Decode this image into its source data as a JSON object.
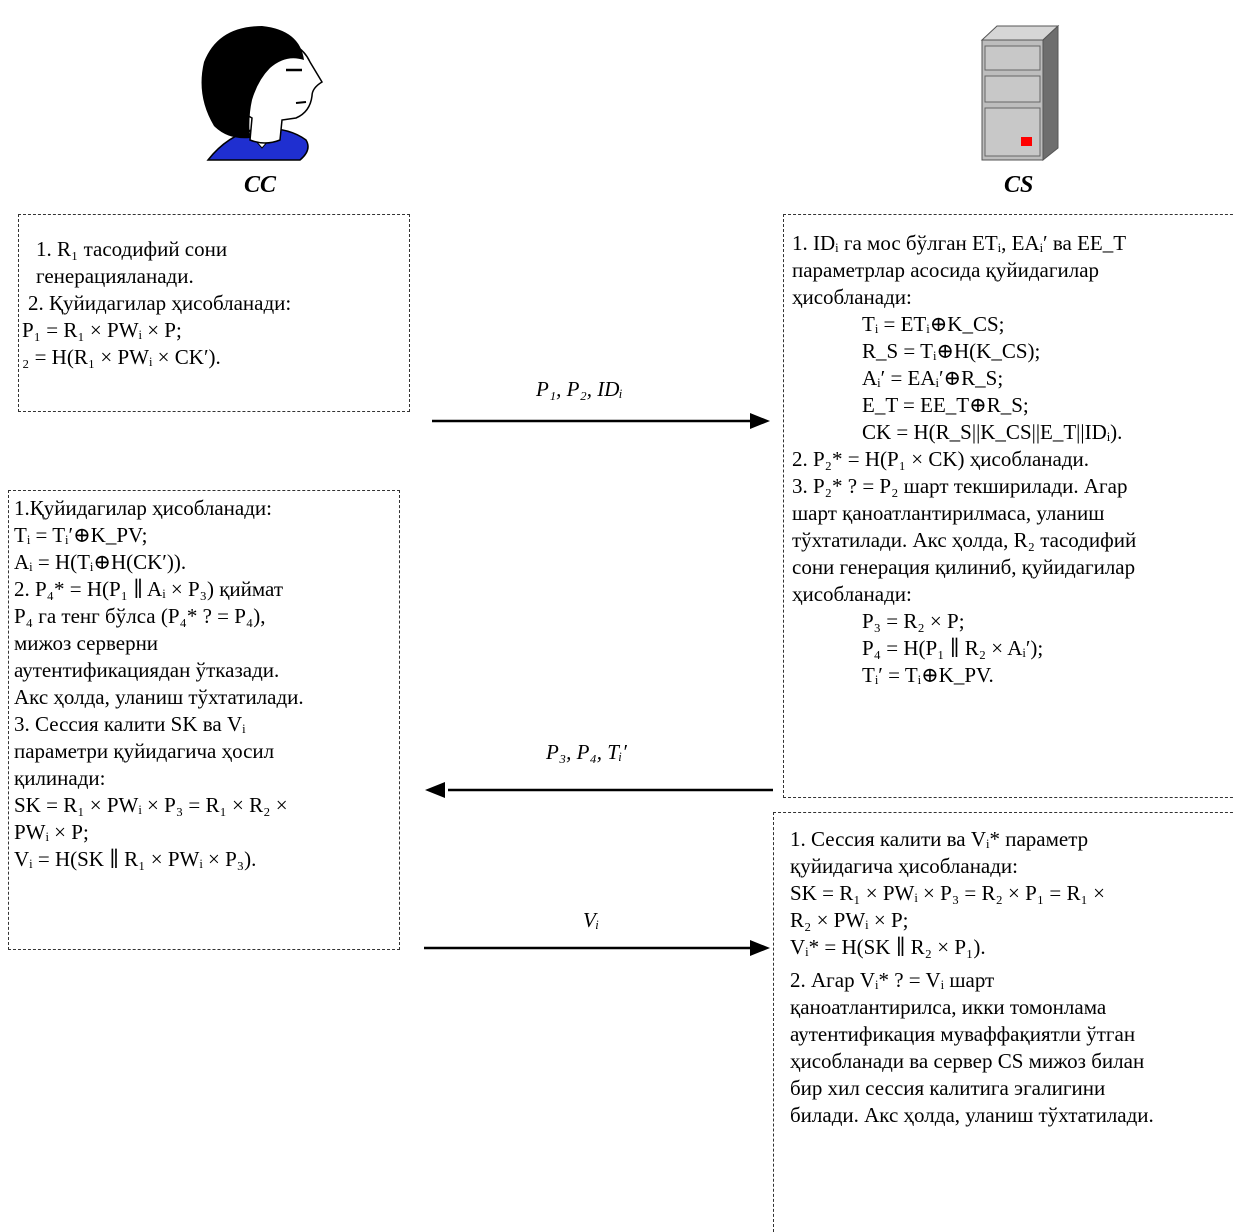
{
  "actors": {
    "client": "CC",
    "server": "CS"
  },
  "messages": {
    "m1": "P₁, P₂, IDᵢ",
    "m2": "P₃, P₄, Tᵢ′",
    "m3": "Vᵢ"
  },
  "client_box1": [
    "1. R₁ тасодифий сони",
    "генерацияланади.",
    "2. Қуйидагилар ҳисобланади:",
    "P₁ = R₁ × PWᵢ × P;",
    "₂ = H(R₁ × PWᵢ × CK′)."
  ],
  "server_box1": [
    "1. IDᵢ га мос бўлган ETᵢ, EAᵢ′ ва EE_T",
    "параметрлар асосида қуйидагилар",
    "ҳисобланади:",
    "Tᵢ = ETᵢ⊕K_CS;",
    "R_S = Tᵢ⊕H(K_CS);",
    "Aᵢ′ = EAᵢ′⊕R_S;",
    "E_T = EE_T⊕R_S;",
    "CK = H(R_S||K_CS||E_T||IDᵢ).",
    "2. P₂* = H(P₁ × CK) ҳисобланади.",
    "3. P₂* ? = P₂ шарт текширилади. Агар",
    "шарт қаноатлантирилмаса, уланиш",
    "тўхтатилади. Акс ҳолда, R₂ тасодифий",
    "сони генерация қилиниб, қуйидагилар",
    "ҳисобланади:",
    "P₃ = R₂ × P;",
    "P₄ = H(P₁ ∥ R₂ × Aᵢ′);",
    "Tᵢ′ = Tᵢ⊕K_PV."
  ],
  "client_box2": [
    "1.Қуйидагилар ҳисобланади:",
    "Tᵢ = Tᵢ′⊕K_PV;",
    "Aᵢ = H(Tᵢ⊕H(CK′)).",
    "2. P₄* = H(P₁ ∥ Aᵢ × P₃) қиймат",
    "P₄ га тенг бўлса (P₄* ? = P₄),",
    "мижоз серверни",
    "аутентификациядан ўтказади.",
    "Акс ҳолда, уланиш тўхтатилади.",
    "3. Сессия калити SK ва Vᵢ",
    "параметри қуйидагича ҳосил",
    "қилинади:",
    "SK = R₁ × PWᵢ × P₃ = R₁ × R₂ ×",
    "PWᵢ × P;",
    "Vᵢ = H(SK ∥ R₁ × PWᵢ × P₃)."
  ],
  "server_box2": [
    "1. Сессия калити ва Vᵢ* параметр",
    "қуйидагича ҳисобланади:",
    "SK = R₁ × PWᵢ × P₃ = R₂ × P₁ = R₁ ×",
    "R₂ × PWᵢ × P;",
    "Vᵢ* = H(SK ∥ R₂ × P₁).",
    "2. Агар Vᵢ* ? = Vᵢ шарт",
    "қаноатлантирилса, икки томонлама",
    "аутентификация муваффақиятли ўтган",
    "ҳисобланади ва сервер CS мижоз билан",
    "бир хил сессия калитига эгалигини",
    "билади. Акс ҳолда, уланиш тўхтатилади."
  ]
}
